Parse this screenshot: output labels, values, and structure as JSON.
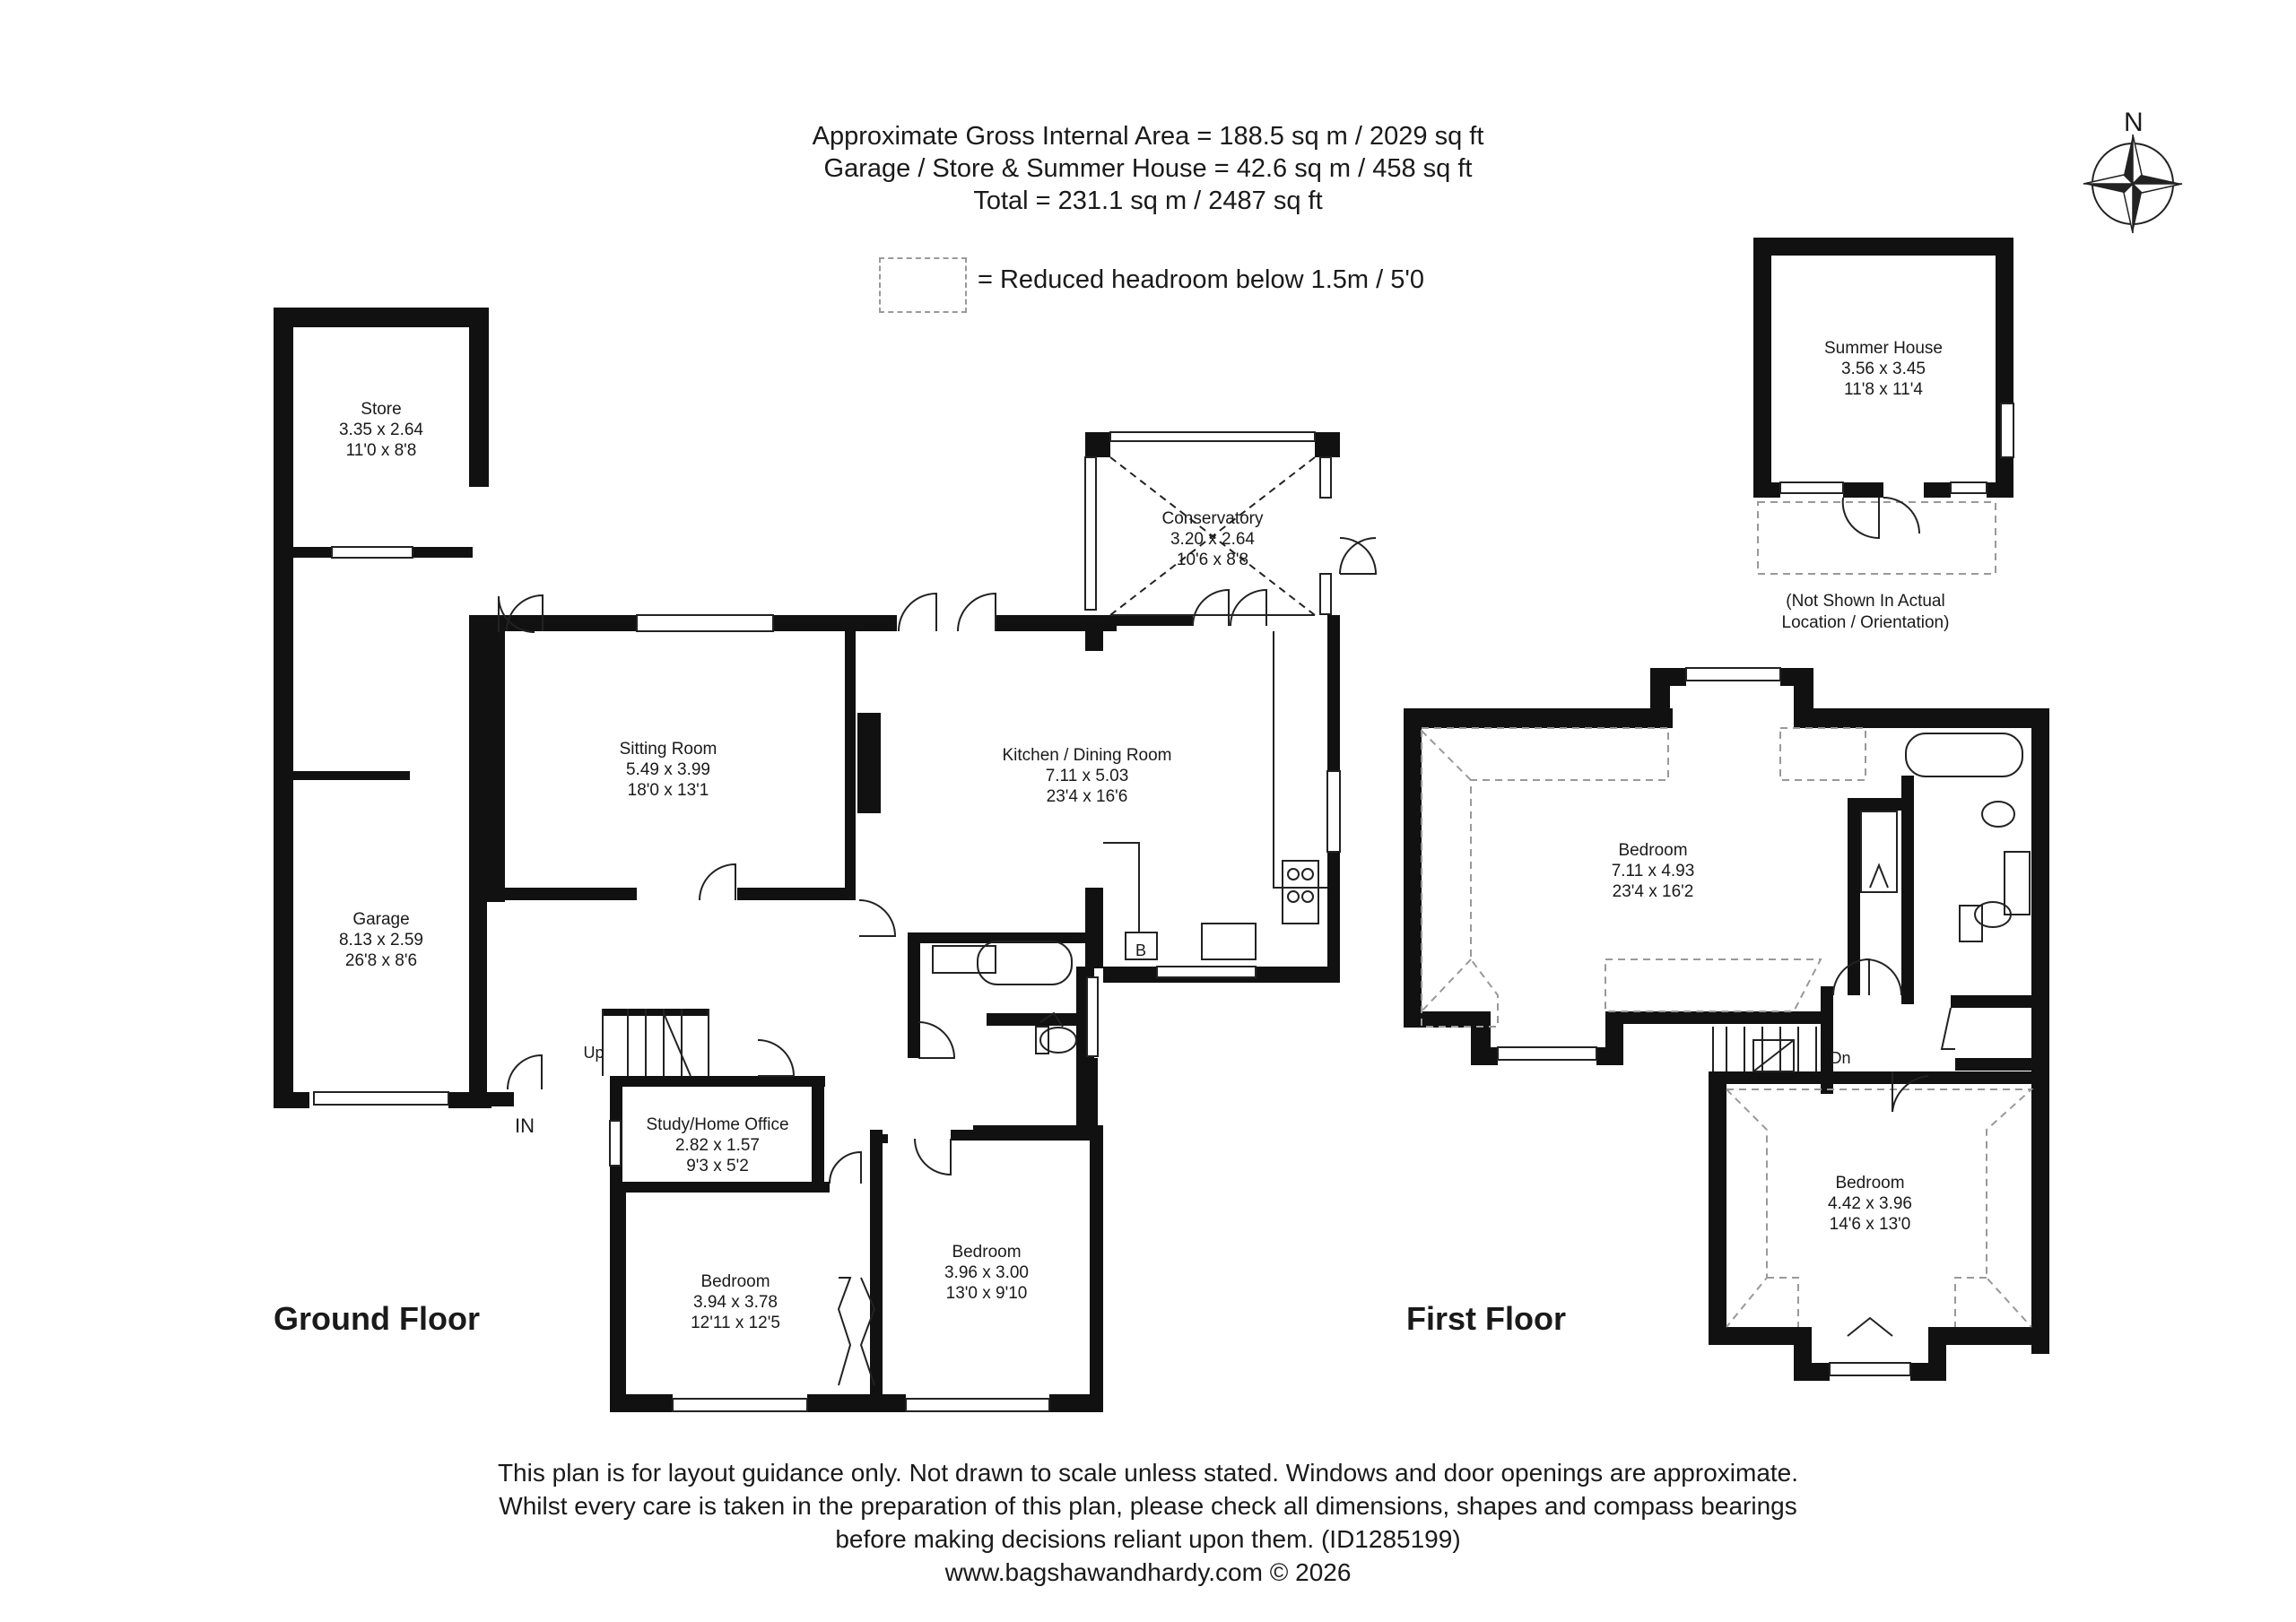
{
  "header": {
    "line1": "Approximate Gross Internal Area = 188.5 sq m / 2029 sq ft",
    "line2": "Garage / Store & Summer House = 42.6 sq m / 458 sq ft",
    "line3": "Total = 231.1 sq m / 2487 sq ft"
  },
  "legend": {
    "text": "= Reduced headroom below 1.5m / 5'0"
  },
  "compass": {
    "label": "N"
  },
  "floors": {
    "ground": "Ground Floor",
    "first": "First Floor"
  },
  "labels": {
    "in": "IN",
    "up": "Up",
    "dn": "Dn",
    "boiler": "B",
    "summer_note_1": "(Not Shown In Actual",
    "summer_note_2": "Location / Orientation)"
  },
  "rooms": {
    "store": {
      "name": "Store",
      "metric": "3.35 x 2.64",
      "imperial": "11'0 x 8'8"
    },
    "garage": {
      "name": "Garage",
      "metric": "8.13 x 2.59",
      "imperial": "26'8 x 8'6"
    },
    "sitting": {
      "name": "Sitting Room",
      "metric": "5.49 x 3.99",
      "imperial": "18'0 x 13'1"
    },
    "kitchen": {
      "name": "Kitchen / Dining Room",
      "metric": "7.11 x 5.03",
      "imperial": "23'4 x 16'6"
    },
    "conservatory": {
      "name": "Conservatory",
      "metric": "3.20 x 2.64",
      "imperial": "10'6 x 8'8"
    },
    "study": {
      "name": "Study/Home Office",
      "metric": "2.82 x 1.57",
      "imperial": "9'3 x 5'2"
    },
    "bed_gf_1": {
      "name": "Bedroom",
      "metric": "3.94 x 3.78",
      "imperial": "12'11 x 12'5"
    },
    "bed_gf_2": {
      "name": "Bedroom",
      "metric": "3.96 x 3.00",
      "imperial": "13'0 x 9'10"
    },
    "summer": {
      "name": "Summer House",
      "metric": "3.56 x 3.45",
      "imperial": "11'8 x 11'4"
    },
    "bed_ff_1": {
      "name": "Bedroom",
      "metric": "7.11 x 4.93",
      "imperial": "23'4 x 16'2"
    },
    "bed_ff_2": {
      "name": "Bedroom",
      "metric": "4.42 x 3.96",
      "imperial": "14'6 x 13'0"
    }
  },
  "footer": {
    "line1": "This plan is for layout guidance only. Not drawn to scale unless stated. Windows and door openings are approximate.",
    "line2": "Whilst every care is taken in the preparation of this plan, please check all dimensions, shapes and compass bearings",
    "line3": "before making decisions reliant upon them. (ID1285199)",
    "line4": "www.bagshawandhardy.com © 2026"
  }
}
